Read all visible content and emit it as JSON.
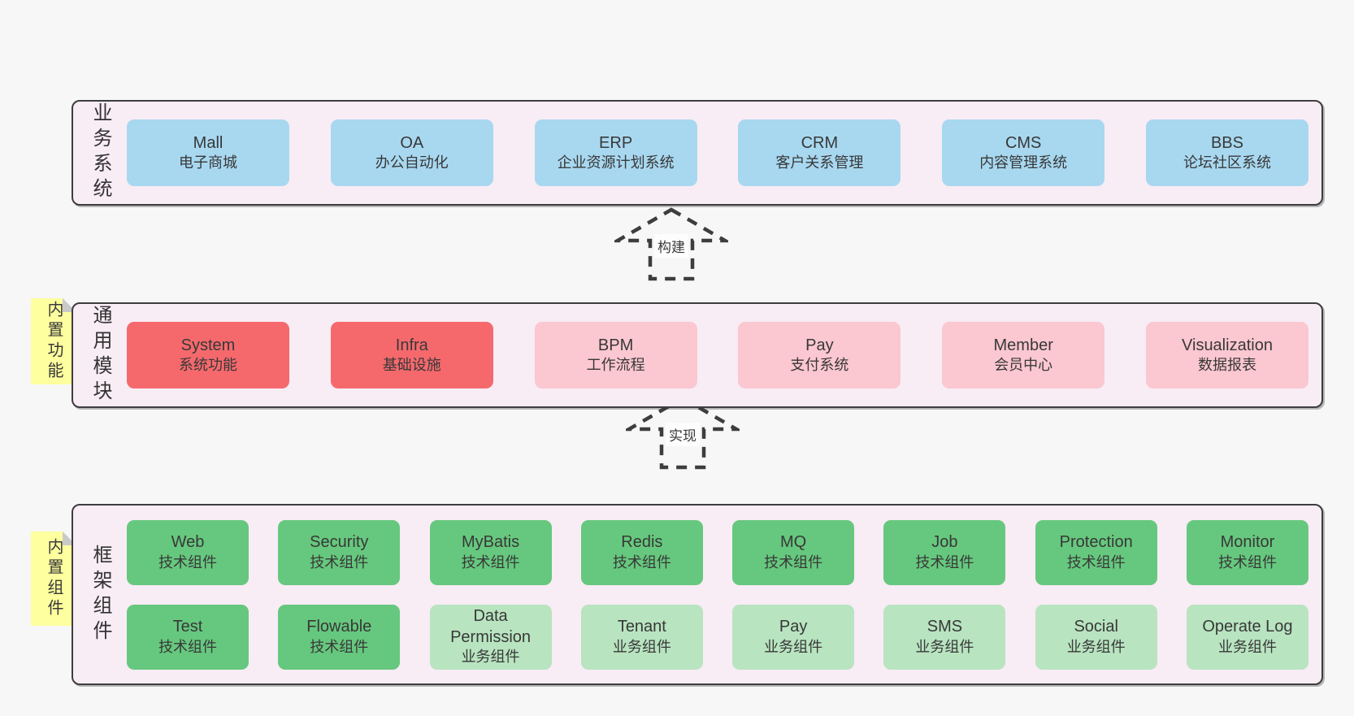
{
  "colors": {
    "page_bg": "#f7f7f7",
    "band_fill": "#f8ecf5",
    "band_border": "#3d3d3d",
    "text": "#383838",
    "blue": "#a8d8f0",
    "red": "#f5696d",
    "pink": "#fbc7d0",
    "green": "#66c87e",
    "green_light": "#b8e4c0",
    "note_yellow": "#feff9e",
    "note_fold": "#c9c9c9"
  },
  "arrows": [
    {
      "label": "构建"
    },
    {
      "label": "实现"
    }
  ],
  "notes": [
    {
      "label": "内置功能"
    },
    {
      "label": "内置组件"
    }
  ],
  "bands": {
    "business": {
      "label": "业务系统",
      "items": [
        {
          "title": "Mall",
          "subtitle": "电子商城",
          "variant": "blue"
        },
        {
          "title": "OA",
          "subtitle": "办公自动化",
          "variant": "blue"
        },
        {
          "title": "ERP",
          "subtitle": "企业资源计划系统",
          "variant": "blue"
        },
        {
          "title": "CRM",
          "subtitle": "客户关系管理",
          "variant": "blue"
        },
        {
          "title": "CMS",
          "subtitle": "内容管理系统",
          "variant": "blue"
        },
        {
          "title": "BBS",
          "subtitle": "论坛社区系统",
          "variant": "blue"
        }
      ]
    },
    "modules": {
      "label": "通用模块",
      "items": [
        {
          "title": "System",
          "subtitle": "系统功能",
          "variant": "red"
        },
        {
          "title": "Infra",
          "subtitle": "基础设施",
          "variant": "red"
        },
        {
          "title": "BPM",
          "subtitle": "工作流程",
          "variant": "pink"
        },
        {
          "title": "Pay",
          "subtitle": "支付系统",
          "variant": "pink"
        },
        {
          "title": "Member",
          "subtitle": "会员中心",
          "variant": "pink"
        },
        {
          "title": "Visualization",
          "subtitle": "数据报表",
          "variant": "pink"
        }
      ]
    },
    "framework": {
      "label": "框架组件",
      "row1": [
        {
          "title": "Web",
          "subtitle": "技术组件",
          "variant": "green"
        },
        {
          "title": "Security",
          "subtitle": "技术组件",
          "variant": "green"
        },
        {
          "title": "MyBatis",
          "subtitle": "技术组件",
          "variant": "green"
        },
        {
          "title": "Redis",
          "subtitle": "技术组件",
          "variant": "green"
        },
        {
          "title": "MQ",
          "subtitle": "技术组件",
          "variant": "green"
        },
        {
          "title": "Job",
          "subtitle": "技术组件",
          "variant": "green"
        },
        {
          "title": "Protection",
          "subtitle": "技术组件",
          "variant": "green"
        },
        {
          "title": "Monitor",
          "subtitle": "技术组件",
          "variant": "green"
        }
      ],
      "row2": [
        {
          "title": "Test",
          "subtitle": "技术组件",
          "variant": "green"
        },
        {
          "title": "Flowable",
          "subtitle": "技术组件",
          "variant": "green"
        },
        {
          "title": "Data Permission",
          "subtitle": "业务组件",
          "variant": "green-light"
        },
        {
          "title": "Tenant",
          "subtitle": "业务组件",
          "variant": "green-light"
        },
        {
          "title": "Pay",
          "subtitle": "业务组件",
          "variant": "green-light"
        },
        {
          "title": "SMS",
          "subtitle": "业务组件",
          "variant": "green-light"
        },
        {
          "title": "Social",
          "subtitle": "业务组件",
          "variant": "green-light"
        },
        {
          "title": "Operate Log",
          "subtitle": "业务组件",
          "variant": "green-light"
        }
      ]
    }
  }
}
